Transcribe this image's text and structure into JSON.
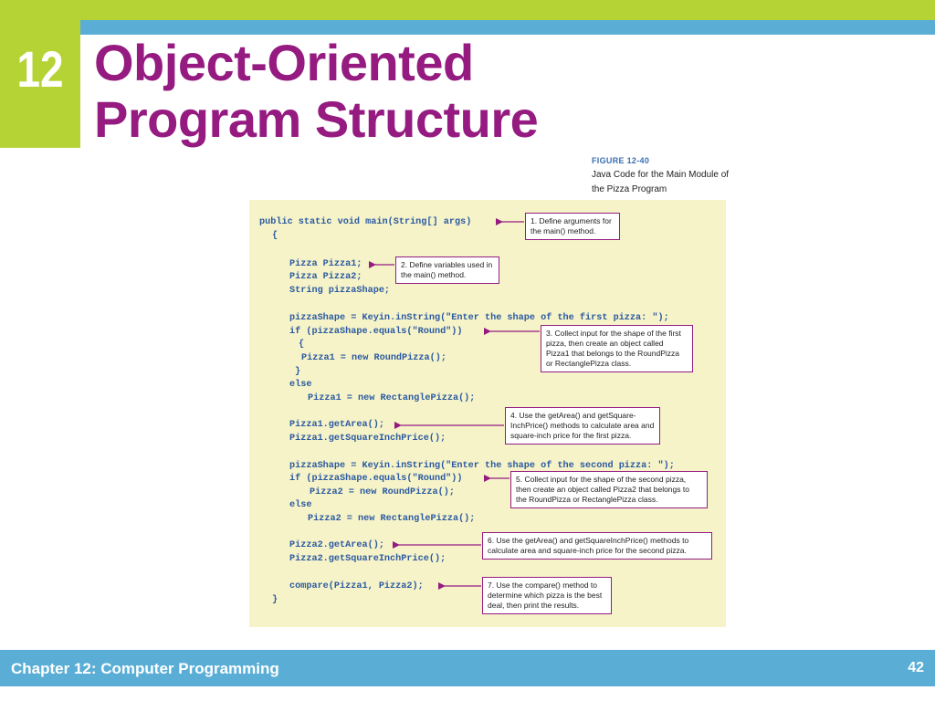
{
  "slide": {
    "chapter_number": "12",
    "title_line1": "Object-Oriented",
    "title_line2": "Program Structure",
    "figure_label": "FIGURE 12-40",
    "figure_caption": "Java Code for the Main Module of the Pizza Program",
    "footer_text": "Chapter 12: Computer Programming",
    "page_number": "42"
  },
  "code_lines": [
    "public static void main(String[] args)",
    "{",
    "Pizza Pizza1;",
    "Pizza Pizza2;",
    "String pizzaShape;",
    "pizzaShape = Keyin.inString(\"Enter the shape of the first pizza: \");",
    "if (pizzaShape.equals(\"Round\"))",
    "{",
    "Pizza1 = new RoundPizza();",
    "}",
    "else",
    "Pizza1 = new RectanglePizza();",
    "Pizza1.getArea();",
    "Pizza1.getSquareInchPrice();",
    "pizzaShape = Keyin.inString(\"Enter the shape of the second pizza: \");",
    "if (pizzaShape.equals(\"Round\"))",
    "Pizza2 = new RoundPizza();",
    "else",
    "Pizza2 = new RectanglePizza();",
    "Pizza2.getArea();",
    "Pizza2.getSquareInchPrice();",
    "compare(Pizza1, Pizza2);",
    "}"
  ],
  "callouts": [
    "1. Define arguments for the main() method.",
    "2. Define variables used in the main() method.",
    "3. Collect input for the shape of the first pizza, then create an object called Pizza1 that belongs to the RoundPizza or RectanglePizza class.",
    "4. Use the getArea() and getSquare-InchPrice() methods to calculate area and square-inch price for the first pizza.",
    "5. Collect input for the shape of the second pizza, then create an object called Pizza2 that belongs to the RoundPizza or RectanglePizza class.",
    "6. Use the getArea() and getSquareInchPrice() methods to calculate area and square-inch price for the second pizza.",
    "7. Use the compare() method to determine which pizza is the best deal, then print the results."
  ],
  "colors": {
    "title": "#951b81",
    "green_bar": "#b5d334",
    "blue_bar": "#5aaed6",
    "code": "#2b5aa2",
    "figure_bg": "#f6f3c8",
    "callout_border": "#951b81"
  }
}
